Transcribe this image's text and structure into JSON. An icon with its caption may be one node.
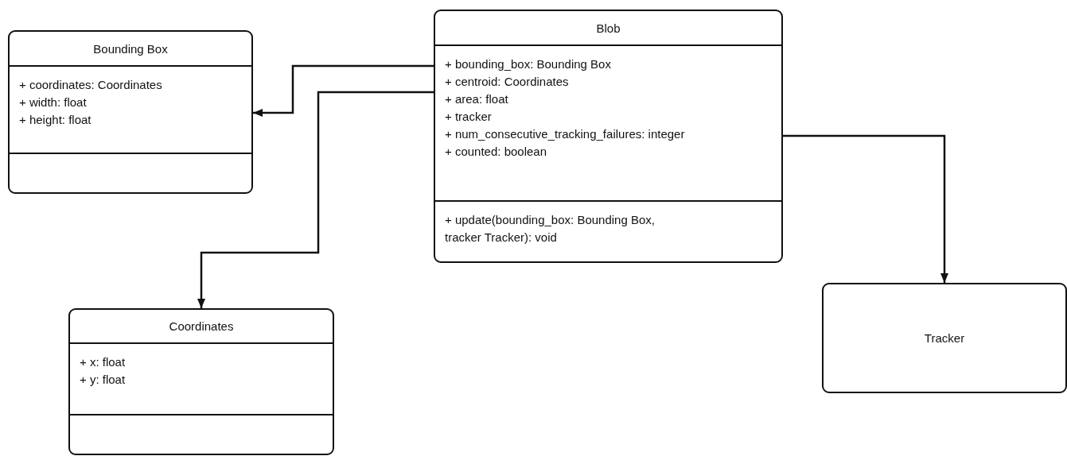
{
  "diagram": {
    "nodes": [
      {
        "text": [
          "Bounding Box",
          "+ coordinates: Coordinates",
          "+ width: float",
          "+ height: float"
        ]
      },
      {
        "text": [
          "Blob",
          "+ bounding_box: Bounding Box",
          "+ centroid: Coordinates",
          "+ area: float",
          "+ tracker",
          "+ num_consecutive_tracking_failures: integer",
          "+ counted: boolean",
          "+ update(bounding_box: Bounding Box, tracker Tracker): void"
        ]
      },
      {
        "text": [
          "Coordinates",
          "+ x: float",
          "+ y: float"
        ]
      },
      {
        "text": [
          "Tracker"
        ]
      }
    ],
    "edges": [
      {
        "from": 1,
        "to": 0,
        "arrow": "to"
      },
      {
        "from": 1,
        "to": 2,
        "arrow": "to"
      },
      {
        "from": 1,
        "to": 3,
        "arrow": "to"
      }
    ]
  }
}
